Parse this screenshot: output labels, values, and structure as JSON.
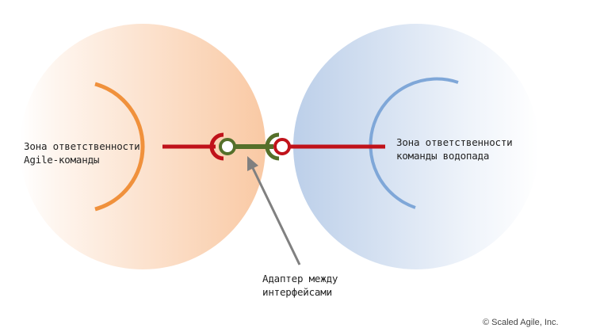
{
  "labels": {
    "left_zone_line1": "Зона ответственности",
    "left_zone_line2": "Agile-команды",
    "right_zone_line1": "Зона ответственности",
    "right_zone_line2": "команды водопада",
    "adapter_line1": "Адаптер между",
    "adapter_line2": "интерфейсами"
  },
  "copyright": "© Scaled Agile, Inc.",
  "colors": {
    "agile_orange": "#f0913c",
    "waterfall_blue": "#7fa7d8",
    "interface_red": "#c0121a",
    "adapter_green": "#55702a",
    "arrow_gray": "#808080"
  },
  "icons": {
    "left_socket": "half-ring-socket",
    "right_socket": "half-ring-socket",
    "left_ball": "ring-connector",
    "right_ball": "ring-connector",
    "pointer": "arrow"
  }
}
